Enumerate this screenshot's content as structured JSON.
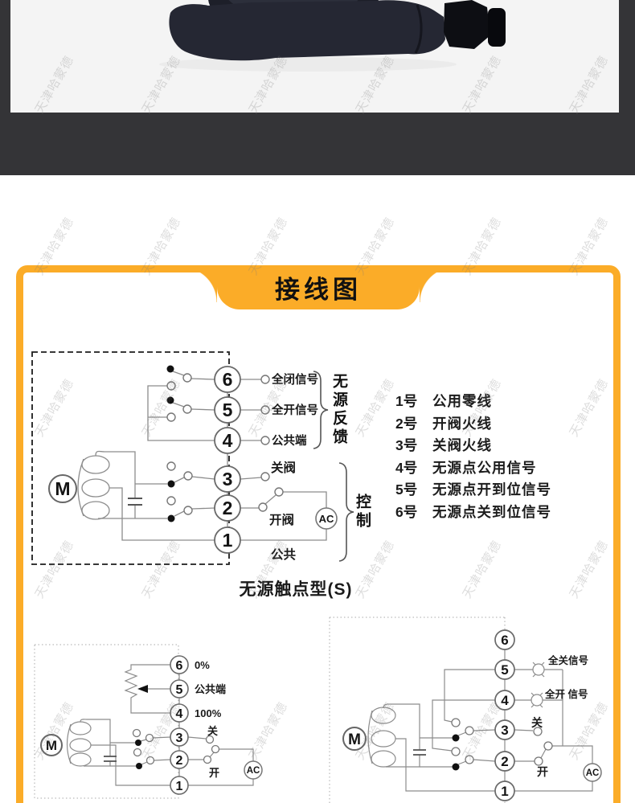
{
  "watermark": {
    "text": "天津哈蒙德"
  },
  "wiring": {
    "title": "接线图",
    "accent_color": "#FBAC28",
    "caption": "无源触点型(S)",
    "notes": [
      {
        "num": "1号",
        "desc": "公用零线"
      },
      {
        "num": "2号",
        "desc": "开阀火线"
      },
      {
        "num": "3号",
        "desc": "关阀火线"
      },
      {
        "num": "4号",
        "desc": "无源点公用信号"
      },
      {
        "num": "5号",
        "desc": "无源点开到位信号"
      },
      {
        "num": "6号",
        "desc": "无源点关到位信号"
      }
    ],
    "diagram_a": {
      "motor": "M",
      "ac": "AC",
      "terminals": [
        "6",
        "5",
        "4",
        "3",
        "2",
        "1"
      ],
      "t6": "全闭信号",
      "t5": "全开信号",
      "t4": "公共端",
      "t3": "关阀",
      "t2": "开阀",
      "t1": "公共",
      "group_feedback": "无源反馈",
      "group_control": "控制"
    },
    "diagram_b": {
      "motor": "M",
      "ac": "AC",
      "terminals": [
        "6",
        "5",
        "4",
        "3",
        "2",
        "1"
      ],
      "t6": "0%",
      "t5": "公共端",
      "t4": "100%",
      "t3": "关",
      "t2": "开"
    },
    "diagram_c": {
      "motor": "M",
      "ac": "AC",
      "terminals": [
        "6",
        "5",
        "4",
        "3",
        "2",
        "1"
      ],
      "t5": "全关信号",
      "t4": "全开 信号",
      "t3": "关",
      "t2": "开"
    }
  }
}
